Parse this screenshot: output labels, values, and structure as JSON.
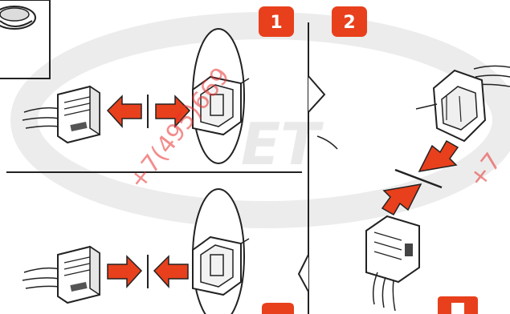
{
  "steps": {
    "step1": "1",
    "step2": "2",
    "step3_partial": ""
  },
  "watermark": {
    "phone_main": "+7(495)669",
    "phone_edge": "+7"
  },
  "background_logo": {
    "letters": "ET"
  },
  "colors": {
    "badge_red": "#e8401c",
    "arrow_red": "#e8401c",
    "watermark_red": "#e83030",
    "logo_grey": "#ebebeb",
    "line": "#222222"
  },
  "icons": {
    "arrows": "red-direction-arrows",
    "connectors": "wire-harness-connector"
  }
}
